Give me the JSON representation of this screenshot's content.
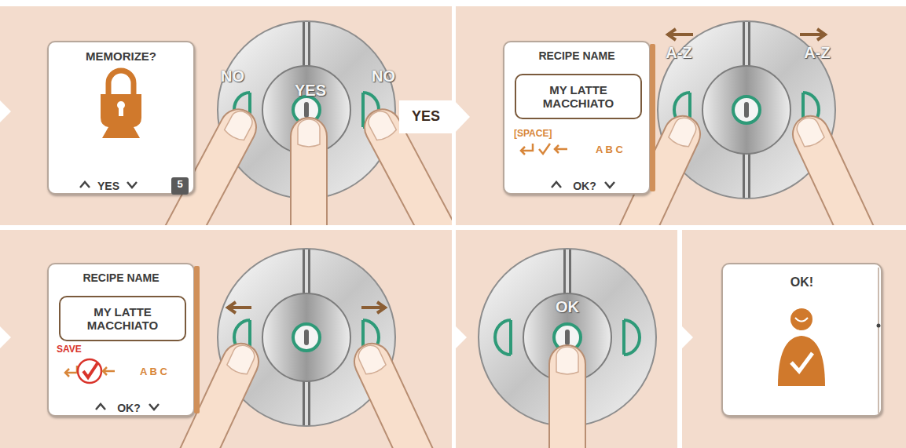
{
  "diagram": {
    "nodes": [
      {
        "text": [
          "MEMORIZE?",
          "YES"
        ]
      },
      {
        "text": [
          "5"
        ],
        "in": 0
      },
      {
        "text": [
          "RECIPE NAME",
          "[SPACE]",
          "A B C",
          "OK?"
        ]
      },
      {
        "text": [
          "MY LATTE MACCHIATO"
        ],
        "in": 2
      },
      {
        "text": [
          "RECIPE NAME",
          "SAVE",
          "A B C",
          "OK?"
        ]
      },
      {
        "text": [
          "MY LATTE MACCHIATO"
        ],
        "in": 4
      },
      {
        "text": [
          "OK!"
        ]
      }
    ],
    "labels": [
      "NO",
      "YES",
      "NO",
      "YES",
      "A-Z",
      "A-Z",
      "OK"
    ]
  }
}
